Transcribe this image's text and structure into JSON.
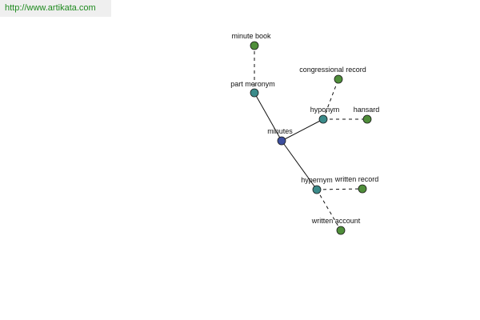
{
  "header": {
    "url": "http://www.artikata.com"
  },
  "colors": {
    "root_fill": "#3d4f9e",
    "relation_fill": "#3b8b8a",
    "leaf_fill": "#4f8e3a",
    "node_stroke": "#1a1a1a",
    "edge": "#111111",
    "url_text": "#1e8a1e"
  },
  "graph": {
    "root": {
      "id": "minutes",
      "label": "minutes"
    },
    "relations": [
      {
        "id": "part-meronym",
        "label": "part meronym"
      },
      {
        "id": "hyponym",
        "label": "hyponym"
      },
      {
        "id": "hypernym",
        "label": "hypernym"
      }
    ],
    "leaves": [
      {
        "id": "minute-book",
        "label": "minute book",
        "parent": "part-meronym"
      },
      {
        "id": "congressional-record",
        "label": "congressional record",
        "parent": "hyponym"
      },
      {
        "id": "hansard",
        "label": "hansard",
        "parent": "hyponym"
      },
      {
        "id": "written-record",
        "label": "written record",
        "parent": "hypernym"
      },
      {
        "id": "written-account",
        "label": "written account",
        "parent": "hypernym"
      }
    ]
  }
}
